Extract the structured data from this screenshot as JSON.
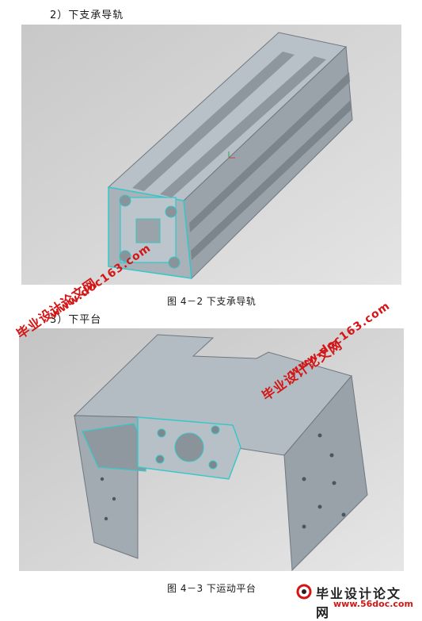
{
  "section2": {
    "heading": "2）下支承导轨"
  },
  "figure1": {
    "caption": "图 4－2  下支承导轨"
  },
  "section3": {
    "heading": "3）下平台"
  },
  "figure2": {
    "caption": "图 4－3  下运动平台"
  },
  "watermarks": {
    "site_cn": "毕业设计论文网",
    "site_url": "www.doc163.com"
  },
  "footer_logo": {
    "name": "毕业设计论文网",
    "url": "www.56doc.com"
  },
  "colors": {
    "watermark": "#d41515",
    "background_gray": "#cfcfcf",
    "part_gray": "#a8b0b8",
    "edge_cyan": "#33c8c8"
  }
}
